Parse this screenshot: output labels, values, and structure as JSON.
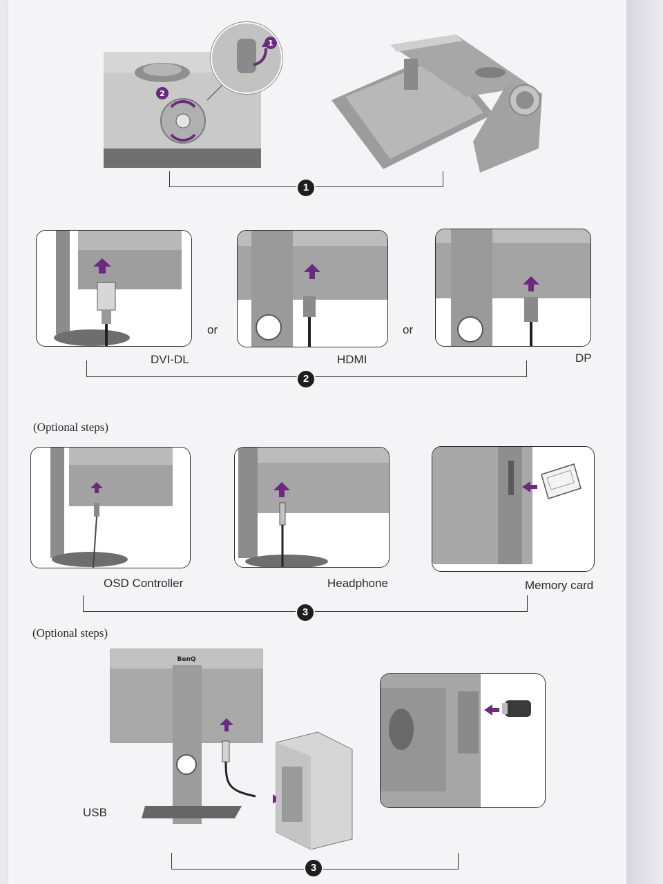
{
  "step1": {
    "badge": "1",
    "callouts": [
      "1",
      "2"
    ]
  },
  "step2": {
    "badge": "2",
    "separator_word": "or",
    "connectors": [
      {
        "label": "DVI-DL"
      },
      {
        "label": "HDMI"
      },
      {
        "label": "DP"
      }
    ]
  },
  "step3a": {
    "badge": "3",
    "caption": "(Optional steps)",
    "items": [
      {
        "label": "OSD Controller"
      },
      {
        "label": "Headphone"
      },
      {
        "label": "Memory card"
      }
    ]
  },
  "step3b": {
    "badge": "3",
    "caption": "(Optional steps)",
    "brand": "BenQ",
    "usb_label": "USB"
  },
  "colors": {
    "accent": "#6b2a7e",
    "ink": "#2a2a2a",
    "device_gray": "#9a9a9a"
  }
}
